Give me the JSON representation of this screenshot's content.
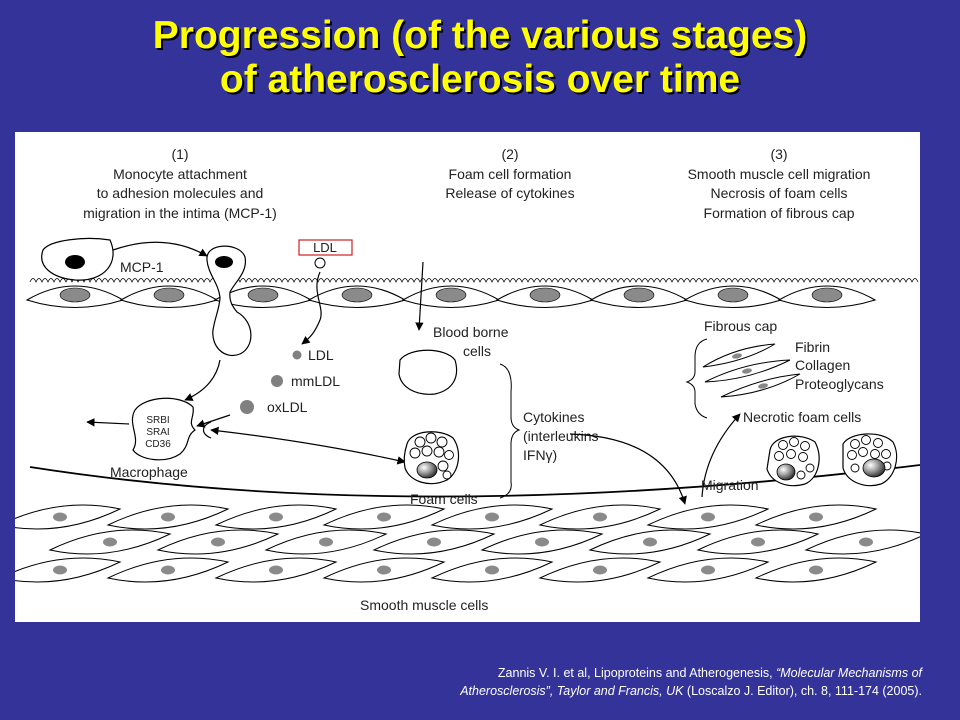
{
  "slide": {
    "title_line1": "Progression (of the various stages)",
    "title_line2": "of atherosclerosis over time",
    "background_color": "#33339a",
    "title_color": "#ffff00"
  },
  "diagram": {
    "stages": [
      {
        "number": "(1)",
        "lines": [
          "Monocyte attachment",
          "to adhesion molecules and",
          "migration in the intima (MCP-1)"
        ]
      },
      {
        "number": "(2)",
        "lines": [
          "Foam cell formation",
          "Release of cytokines"
        ]
      },
      {
        "number": "(3)",
        "lines": [
          "Smooth muscle cell migration",
          "Necrosis of foam cells",
          "Formation of fibrous cap"
        ]
      }
    ],
    "labels": {
      "mcp1": "MCP-1",
      "ldl_box": "LDL",
      "ldl": "LDL",
      "mmldl": "mmLDL",
      "oxldl": "oxLDL",
      "receptor1": "SRBI",
      "receptor2": "SRAI",
      "receptor3": "CD36",
      "macrophage": "Macrophage",
      "blood_borne_1": "Blood borne",
      "blood_borne_2": "cells",
      "cytokines_1": "Cytokines",
      "cytokines_2": "(interleukins",
      "cytokines_3": "IFNγ)",
      "foam_cells": "Foam cells",
      "fibrous_cap": "Fibrous cap",
      "fibrin": "Fibrin",
      "collagen": "Collagen",
      "proteoglycans": "Proteoglycans",
      "necrotic": "Necrotic foam cells",
      "migration": "Migration",
      "smc": "Smooth muscle cells"
    }
  },
  "citation": {
    "line1_plain": "Zannis V. I. et al, Lipoproteins and Atherogenesis, ",
    "line1_italic": "“Molecular Mechanisms of",
    "line2_italic": "Atherosclerosis”, Taylor and Francis, UK",
    "line2_plain": " (Loscalzo J. Editor), ch. 8, 111-174 (2005)."
  }
}
